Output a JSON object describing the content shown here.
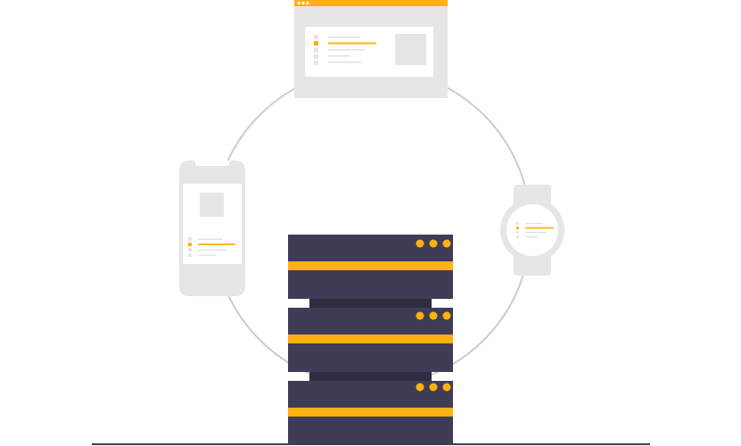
{
  "illustration": {
    "theme": "server-syncing-with-devices",
    "colors": {
      "accent": "#ffb110",
      "server": "#3f3d56",
      "server_gap": "#2f2e41",
      "device_body": "#e6e6e6",
      "device_screen": "#ffffff",
      "placeholder": "#e6e6e6",
      "line_muted": "#e0e0e0",
      "circle_stroke": "#cccccc",
      "ground": "#3f3d56"
    },
    "server_units": 3,
    "server_lights_per_unit": 3,
    "devices": [
      {
        "name": "browser-window",
        "icon": "browser-window-icon"
      },
      {
        "name": "smartphone",
        "icon": "smartphone-icon"
      },
      {
        "name": "smartwatch",
        "icon": "smartwatch-icon"
      }
    ]
  }
}
